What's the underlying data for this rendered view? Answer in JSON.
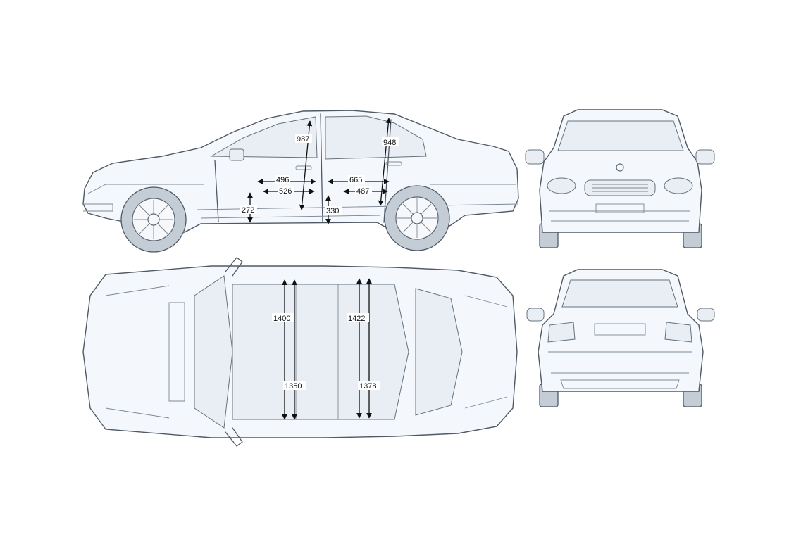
{
  "colors": {
    "outline": "#4f5a66",
    "tire": "#c4ccd6",
    "glass": "#e9eef5",
    "dimension": "#111111"
  },
  "views": [
    "side-view",
    "front-view",
    "top-view",
    "rear-view"
  ],
  "side_view": {
    "dimensions": [
      {
        "id": "front-headroom",
        "label": "987"
      },
      {
        "id": "rear-headroom",
        "label": "948"
      },
      {
        "id": "front-seat-depth",
        "label": "496"
      },
      {
        "id": "front-seat-length",
        "label": "526"
      },
      {
        "id": "rear-legroom",
        "label": "665"
      },
      {
        "id": "rear-seat-depth",
        "label": "487"
      },
      {
        "id": "front-seat-height",
        "label": "272"
      },
      {
        "id": "rear-seat-height",
        "label": "330"
      }
    ]
  },
  "top_view": {
    "dimensions": [
      {
        "id": "front-shoulder-width",
        "label": "1400"
      },
      {
        "id": "rear-shoulder-width",
        "label": "1422"
      },
      {
        "id": "front-hip-width",
        "label": "1350"
      },
      {
        "id": "rear-hip-width",
        "label": "1378"
      }
    ]
  }
}
